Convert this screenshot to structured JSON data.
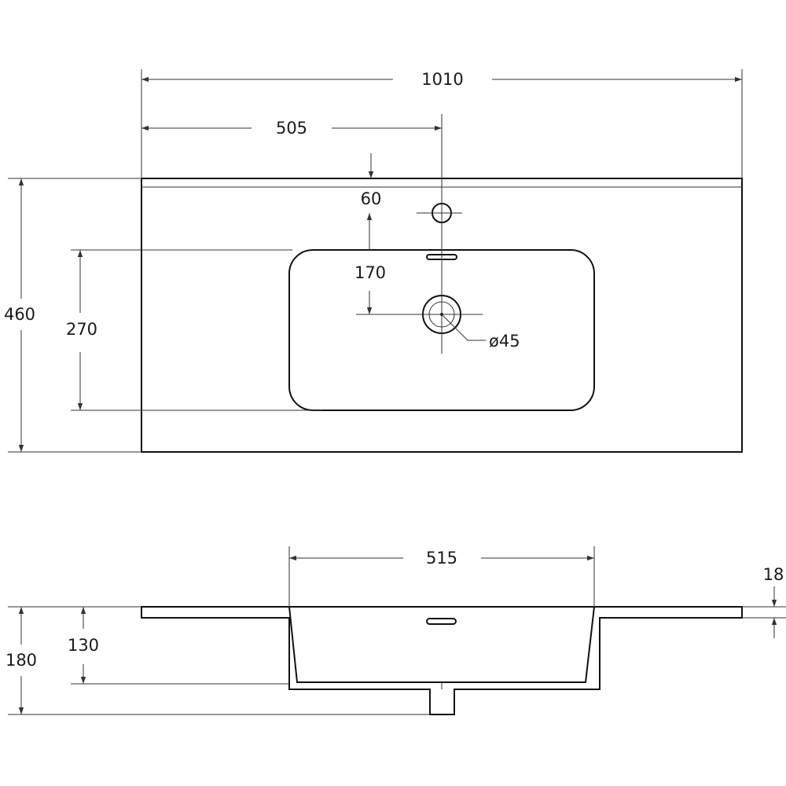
{
  "colors": {
    "stroke": "#111111",
    "dimension": "#333333",
    "background": "#ffffff"
  },
  "top_view": {
    "overall_width": "1010",
    "center_offset": "505",
    "tap_hole_offset": "60",
    "tap_to_drain": "170",
    "bowl_depth": "270",
    "overall_depth": "460",
    "drain_diameter": "ø45"
  },
  "side_view": {
    "bowl_width": "515",
    "counter_thickness": "18",
    "bowl_height": "130",
    "overall_height": "180"
  }
}
